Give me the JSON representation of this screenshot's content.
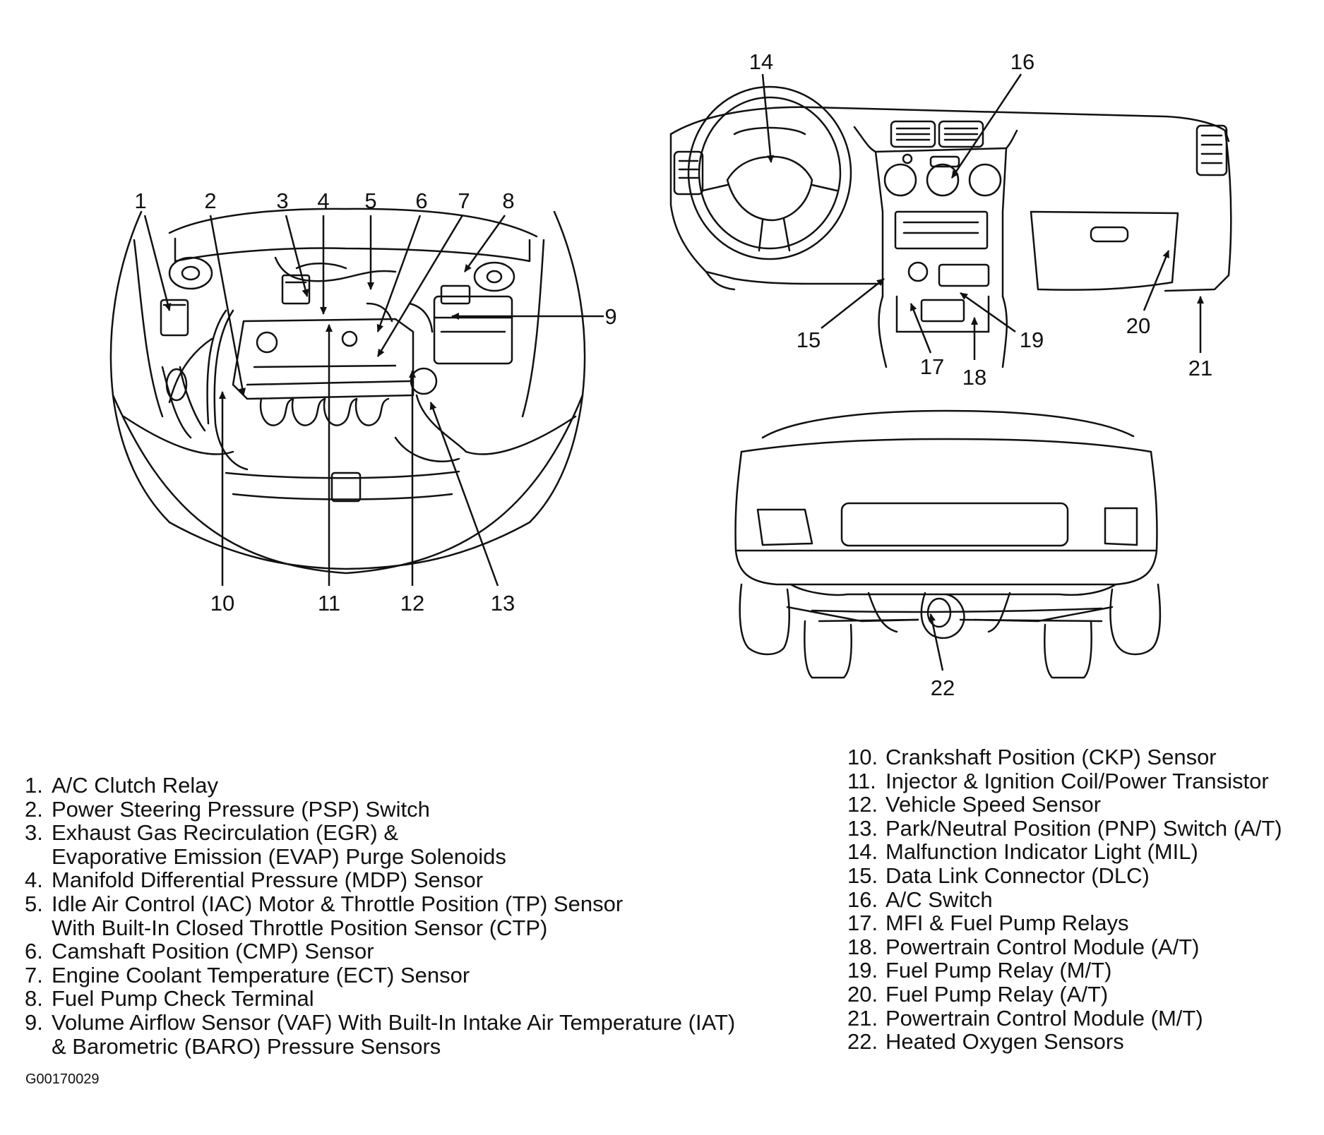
{
  "callouts": [
    "1",
    "2",
    "3",
    "4",
    "5",
    "6",
    "7",
    "8",
    "9",
    "10",
    "11",
    "12",
    "13",
    "14",
    "15",
    "16",
    "17",
    "18",
    "19",
    "20",
    "21",
    "22"
  ],
  "legend_left": [
    {
      "num": "1.",
      "lines": [
        "A/C Clutch Relay"
      ]
    },
    {
      "num": "2.",
      "lines": [
        "Power Steering Pressure (PSP) Switch"
      ]
    },
    {
      "num": "3.",
      "lines": [
        "Exhaust Gas Recirculation (EGR) &",
        "Evaporative Emission (EVAP) Purge Solenoids"
      ]
    },
    {
      "num": "4.",
      "lines": [
        "Manifold Differential Pressure (MDP) Sensor"
      ]
    },
    {
      "num": "5.",
      "lines": [
        "Idle Air Control (IAC) Motor & Throttle Position (TP) Sensor",
        "With Built-In Closed Throttle Position Sensor (CTP)"
      ]
    },
    {
      "num": "6.",
      "lines": [
        "Camshaft Position (CMP) Sensor"
      ]
    },
    {
      "num": "7.",
      "lines": [
        "Engine Coolant Temperature (ECT) Sensor"
      ]
    },
    {
      "num": "8.",
      "lines": [
        "Fuel Pump Check Terminal"
      ]
    },
    {
      "num": "9.",
      "lines": [
        "Volume Airflow Sensor (VAF) With Built-In Intake Air Temperature (IAT)",
        "& Barometric (BARO) Pressure Sensors"
      ]
    }
  ],
  "legend_right": [
    {
      "num": "10.",
      "lines": [
        "Crankshaft Position (CKP) Sensor"
      ]
    },
    {
      "num": "11.",
      "lines": [
        "Injector & Ignition Coil/Power Transistor"
      ]
    },
    {
      "num": "12.",
      "lines": [
        "Vehicle Speed Sensor"
      ]
    },
    {
      "num": "13.",
      "lines": [
        "Park/Neutral Position (PNP) Switch (A/T)"
      ]
    },
    {
      "num": "14.",
      "lines": [
        "Malfunction Indicator Light (MIL)"
      ]
    },
    {
      "num": "15.",
      "lines": [
        "Data Link Connector (DLC)"
      ]
    },
    {
      "num": "16.",
      "lines": [
        "A/C Switch"
      ]
    },
    {
      "num": "17.",
      "lines": [
        "MFI & Fuel Pump Relays"
      ]
    },
    {
      "num": "18.",
      "lines": [
        "Powertrain Control Module (A/T)"
      ]
    },
    {
      "num": "19.",
      "lines": [
        "Fuel Pump Relay (M/T)"
      ]
    },
    {
      "num": "20.",
      "lines": [
        "Fuel Pump Relay (A/T)"
      ]
    },
    {
      "num": "21.",
      "lines": [
        "Powertrain Control Module (M/T)"
      ]
    },
    {
      "num": "22.",
      "lines": [
        "Heated Oxygen Sensors"
      ]
    }
  ],
  "figure_code": "G00170029"
}
